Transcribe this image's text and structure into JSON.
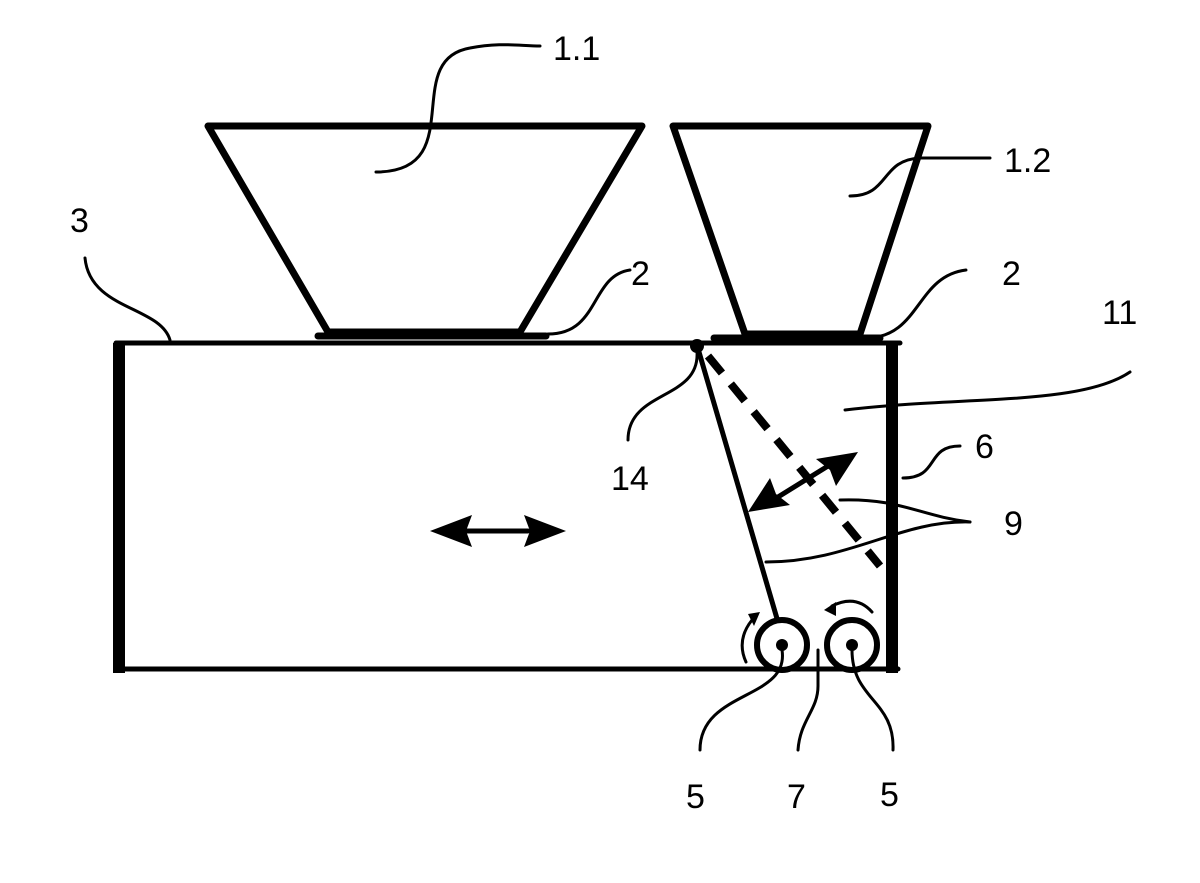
{
  "labels": {
    "hopper_left": "1.1",
    "hopper_right": "1.2",
    "outlet_left": "2",
    "outlet_right": "2",
    "frame": "3",
    "roller_left": "5",
    "roller_right": "5",
    "wall": "6",
    "gap": "7",
    "flap": "9",
    "chamber": "11",
    "pivot": "14"
  }
}
